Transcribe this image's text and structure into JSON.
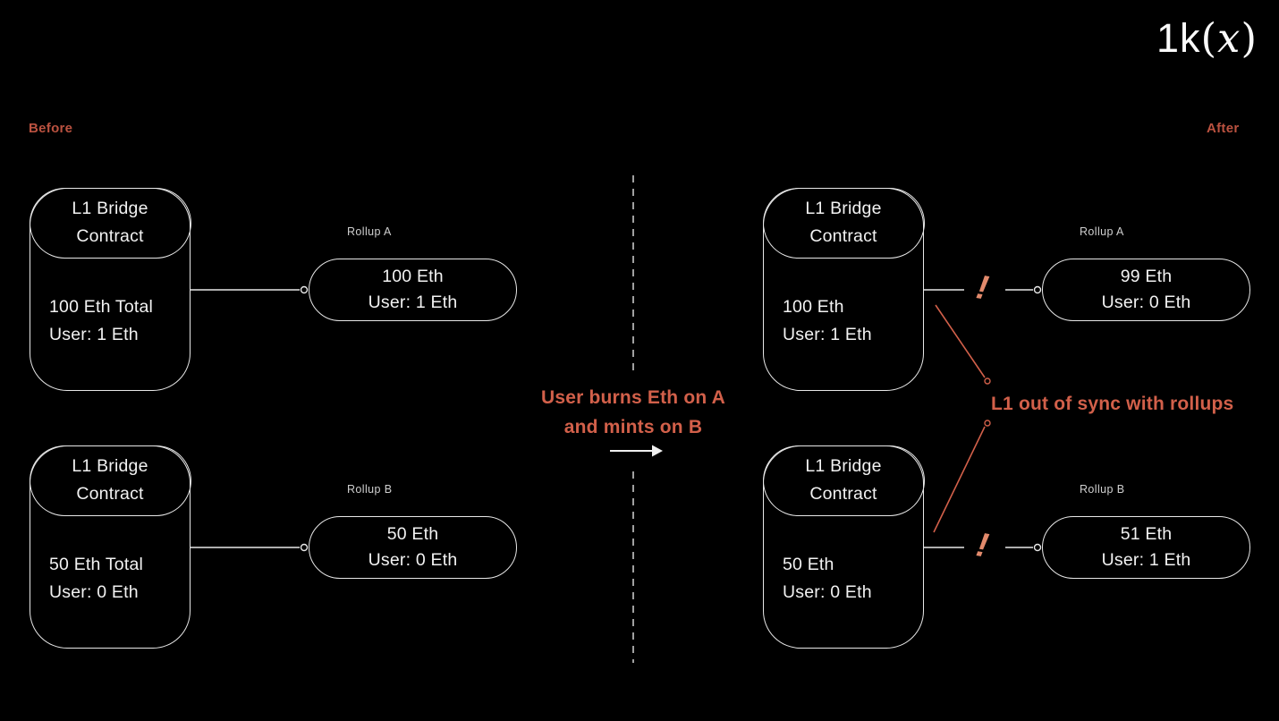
{
  "theme": {
    "background": "#000000",
    "stroke": "#e8e8e8",
    "text": "#f2f2f2",
    "muted_label": "#cfcfcf",
    "accent": "#d2604a",
    "accent_label": "#bb5240",
    "exclaim": "#e28a6c"
  },
  "logo": {
    "pre": "1k",
    "open_paren": "(",
    "x": "x",
    "close_paren": ")"
  },
  "section_labels": {
    "before": "Before",
    "after": "After"
  },
  "transition": {
    "line1": "User burns Eth on A",
    "line2": "and mints on B"
  },
  "annotation": {
    "text": "L1 out of sync with rollups",
    "exclaim": "!"
  },
  "before": {
    "rollup_a": {
      "contract": {
        "title1": "L1 Bridge",
        "title2": "Contract",
        "total": "100 Eth Total",
        "user": "User: 1 Eth"
      },
      "rollup": {
        "label": "Rollup A",
        "balance": "100 Eth",
        "user": "User: 1 Eth"
      }
    },
    "rollup_b": {
      "contract": {
        "title1": "L1 Bridge",
        "title2": "Contract",
        "total": "50 Eth Total",
        "user": "User: 0 Eth"
      },
      "rollup": {
        "label": "Rollup B",
        "balance": "50 Eth",
        "user": "User: 0 Eth"
      }
    }
  },
  "after": {
    "rollup_a": {
      "contract": {
        "title1": "L1 Bridge",
        "title2": "Contract",
        "total": "100 Eth",
        "user": "User: 1 Eth"
      },
      "rollup": {
        "label": "Rollup A",
        "balance": "99 Eth",
        "user": "User: 0 Eth"
      }
    },
    "rollup_b": {
      "contract": {
        "title1": "L1 Bridge",
        "title2": "Contract",
        "total": "50 Eth",
        "user": "User: 0 Eth"
      },
      "rollup": {
        "label": "Rollup B",
        "balance": "51 Eth",
        "user": "User: 1 Eth"
      }
    }
  }
}
